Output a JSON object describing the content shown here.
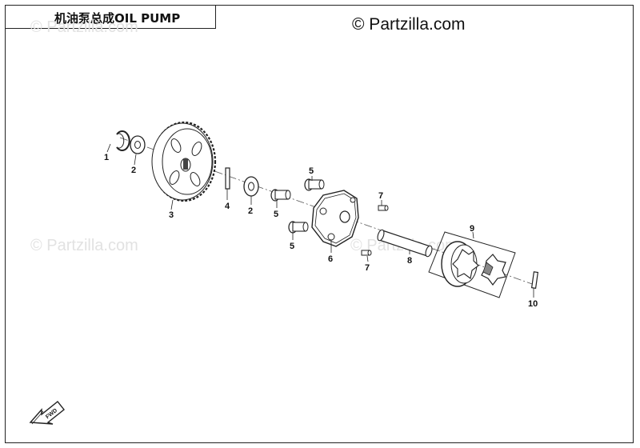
{
  "title": "机油泵总成OIL PUMP",
  "copyright": "© Partzilla.com",
  "watermark": "© Partzilla.com",
  "fwd_label": "FWD",
  "callouts": [
    "1",
    "2",
    "3",
    "4",
    "2",
    "5",
    "5",
    "5",
    "6",
    "7",
    "7",
    "8",
    "9",
    "10"
  ]
}
